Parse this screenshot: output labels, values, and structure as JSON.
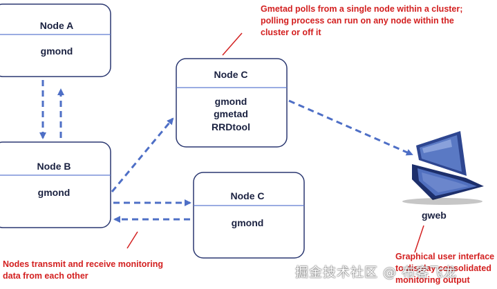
{
  "nodes": {
    "a": {
      "title": "Node  A",
      "items": [
        "gmond"
      ]
    },
    "b": {
      "title": "Node B",
      "items": [
        "gmond"
      ]
    },
    "c_top": {
      "title": "Node C",
      "items": [
        "gmond",
        "gmetad",
        "RRDtool"
      ]
    },
    "c_bottom": {
      "title": "Node C",
      "items": [
        "gmond"
      ]
    }
  },
  "client": {
    "label": "gweb",
    "icon": "laptop-icon"
  },
  "annotations": {
    "gmetad": [
      "Gmetad polls from a single node within a cluster;",
      "polling process can run on any node within the",
      "cluster or off it"
    ],
    "nodes_transmit": [
      "Nodes transmit and receive monitoring",
      "data from each other"
    ],
    "gui": [
      "Graphical user interface",
      "to display consolidated",
      "monitoring output"
    ]
  },
  "watermark": "掘金技术社区 @ 布客飞龙",
  "colors": {
    "box_stroke": "#2a3770",
    "divider": "#5d7bd0",
    "arrow": "#4e6fc6",
    "annotation": "#d32020",
    "text": "#1a2140"
  }
}
